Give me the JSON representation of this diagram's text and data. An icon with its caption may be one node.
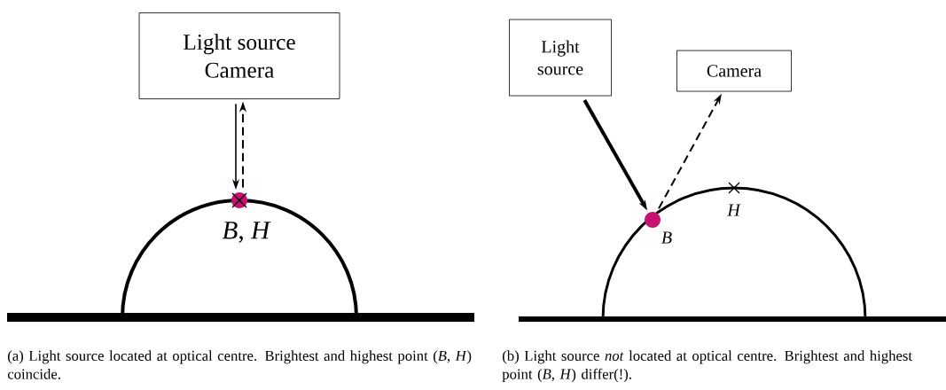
{
  "diagram": {
    "nodes": [
      {
        "text": [
          "Light source",
          "Camera"
        ]
      },
      {
        "text": [],
        "shape": "circle",
        "beside": [
          "*B*, *H*"
        ]
      },
      {
        "text": [
          "Light source"
        ]
      },
      {
        "text": [
          "Camera"
        ]
      },
      {
        "text": [],
        "shape": "circle",
        "beside": [
          "*B*"
        ]
      }
    ],
    "edges": [
      {
        "from": 0,
        "to": 1,
        "arrow": "to"
      },
      {
        "from": 1,
        "to": 0,
        "arrow": "to",
        "style": "dashed"
      },
      {
        "from": 2,
        "to": 4,
        "arrow": "to",
        "style": "thick"
      },
      {
        "from": 4,
        "to": 3,
        "arrow": "to",
        "style": "dashed"
      }
    ],
    "labels": [
      "*H*",
      "(a) Light source located at optical centre. Brightest and highest point (*B*, *H*) coincide.",
      "(b) Light source *not* located at optical centre. Brightest and highest point (*B*, *H*) differ(!)."
    ]
  }
}
